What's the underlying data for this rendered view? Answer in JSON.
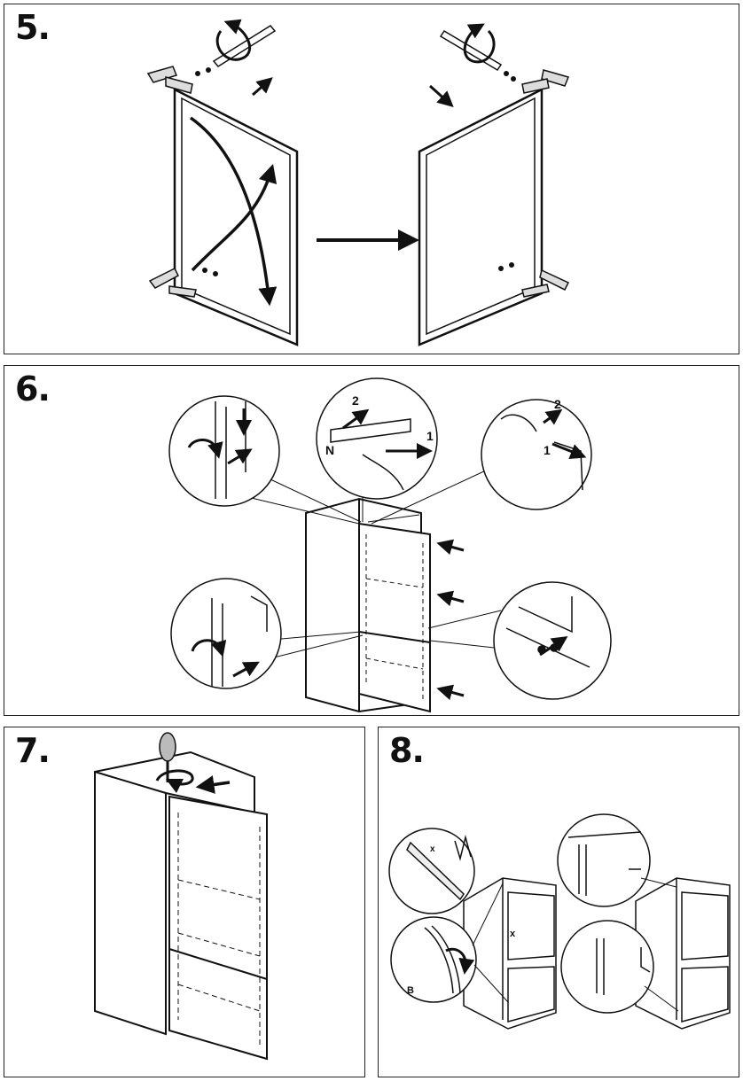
{
  "steps": [
    {
      "number": "5."
    },
    {
      "number": "6."
    },
    {
      "number": "7."
    },
    {
      "number": "8."
    }
  ],
  "labels": {
    "step6_arrow2": "2",
    "step6_arrow1": "1",
    "step6_label_n": "N",
    "step6_right_2": "2",
    "step6_right_1": "1",
    "step8_label_x_inset": "x",
    "step8_label_x_side": "x",
    "step8_label_b": "B"
  }
}
